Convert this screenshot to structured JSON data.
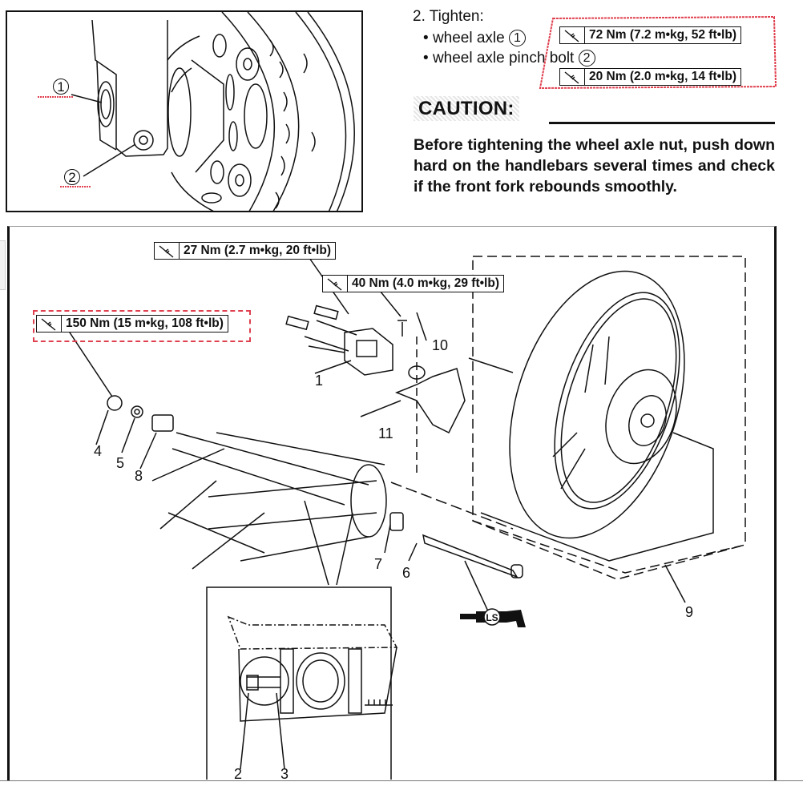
{
  "procedure": {
    "step_label": "2. Tighten:",
    "items": [
      {
        "bullet": "•",
        "label": "wheel axle",
        "callout": "1",
        "torque": "72 Nm (7.2 m•kg, 52 ft•lb)"
      },
      {
        "bullet": "•",
        "label": "wheel axle pinch bolt",
        "callout": "2",
        "torque": "20 Nm (2.0 m•kg, 14 ft•lb)"
      }
    ]
  },
  "caution": {
    "heading": "CAUTION:",
    "text": "Before tightening the wheel axle nut, push down hard on the handlebars several times and check if the front fork rebounds smoothly."
  },
  "top_figure": {
    "callouts": [
      "1",
      "2"
    ]
  },
  "exploded_view": {
    "torque_specs": [
      {
        "id": "caliper-bolt",
        "value": "27 Nm (2.7 m•kg, 20 ft•lb)"
      },
      {
        "id": "bracket-bolt",
        "value": "40 Nm (4.0 m•kg, 29 ft•lb)"
      },
      {
        "id": "axle-nut",
        "value": "150 Nm (15 m•kg, 108 ft•lb)"
      }
    ],
    "part_numbers": [
      "1",
      "4",
      "5",
      "8",
      "10",
      "11",
      "7",
      "6",
      "9"
    ],
    "detail_numbers": [
      "2",
      "3"
    ],
    "grease_symbol": "LS"
  },
  "colors": {
    "ink": "#111111",
    "highlight": "#e0404f"
  },
  "icons": {
    "torque": "torque-wrench-icon",
    "grease": "lithium-soap-grease-icon"
  }
}
